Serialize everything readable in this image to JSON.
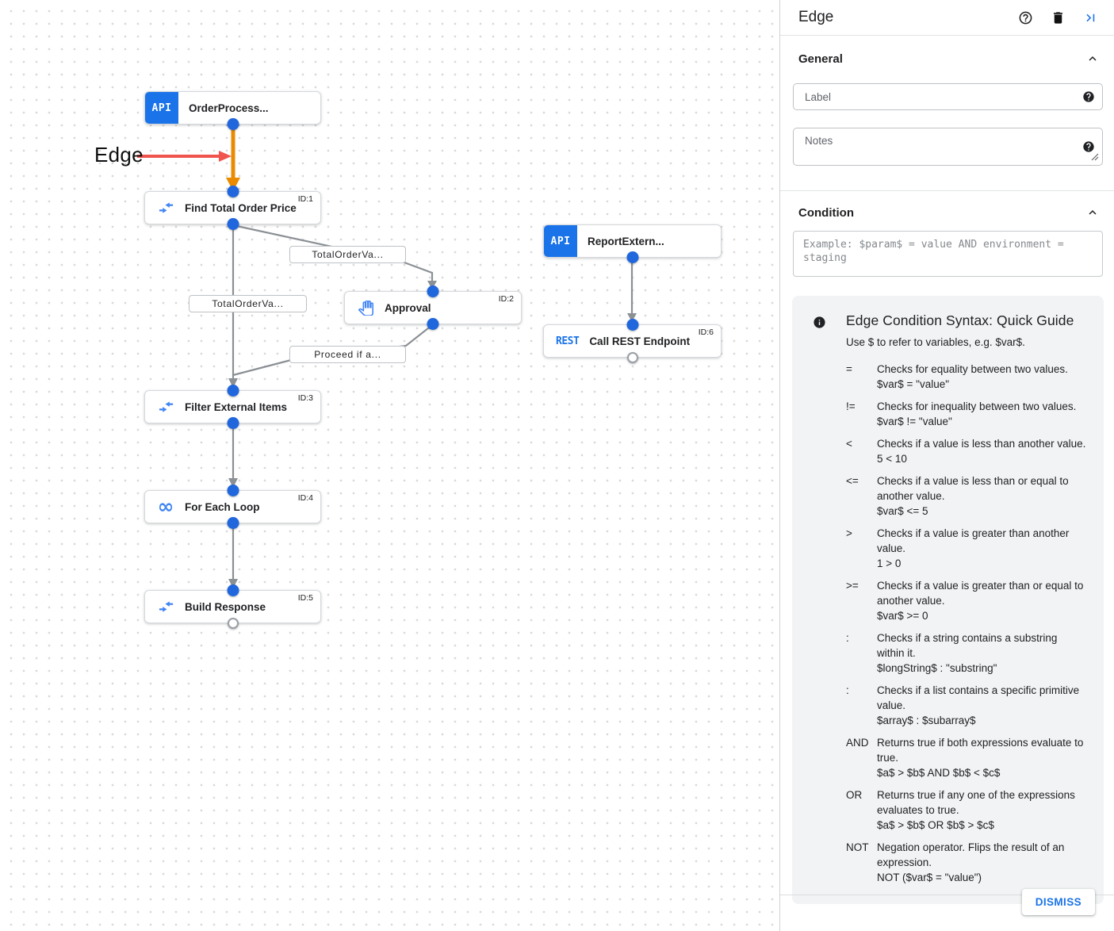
{
  "canvas": {
    "annotation_label": "Edge",
    "api_icon_text": "API",
    "rest_icon_text": "REST",
    "nodes": [
      {
        "title": "OrderProcess...",
        "type_icon": "api-icon",
        "id_badge": ""
      },
      {
        "title": "Find Total Order Price",
        "type_icon": "data-mapping-icon",
        "id_badge": "ID:1"
      },
      {
        "title": "Approval",
        "type_icon": "approval-hand-icon",
        "id_badge": "ID:2"
      },
      {
        "title": "ReportExtern...",
        "type_icon": "api-icon",
        "id_badge": ""
      },
      {
        "title": "Call REST Endpoint",
        "type_icon": "rest-icon",
        "id_badge": "ID:6"
      },
      {
        "title": "Filter External Items",
        "type_icon": "data-mapping-icon",
        "id_badge": "ID:3"
      },
      {
        "title": "For Each Loop",
        "type_icon": "loop-icon",
        "id_badge": "ID:4"
      },
      {
        "title": "Build Response",
        "type_icon": "data-mapping-icon",
        "id_badge": "ID:5"
      }
    ],
    "edge_labels": [
      {
        "text": "TotalOrderVa..."
      },
      {
        "text": "TotalOrderVa..."
      },
      {
        "text": "Proceed if a..."
      }
    ]
  },
  "panel": {
    "title": "Edge",
    "icons": {
      "help": "help-outline-circle-question",
      "delete": "trash-can",
      "collapse": "collapse-panel-right",
      "section_collapse": "chevron-up",
      "field_help": "filled-circle-question",
      "guide_info": "filled-circle-info"
    },
    "sections": {
      "general": {
        "heading": "General",
        "label_placeholder": "Label",
        "notes_placeholder": "Notes"
      },
      "condition": {
        "heading": "Condition",
        "placeholder": "Example: $param$ = value AND environment = staging"
      }
    },
    "guide": {
      "title": "Edge Condition Syntax: Quick Guide",
      "subtitle": "Use $ to refer to variables, e.g. $var$.",
      "items": [
        {
          "op": "=",
          "desc": "Checks for equality between two values.",
          "example": "$var$ = \"value\""
        },
        {
          "op": "!=",
          "desc": "Checks for inequality between two values.",
          "example": "$var$ != \"value\""
        },
        {
          "op": "<",
          "desc": "Checks if a value is less than another value.",
          "example": "5 < 10"
        },
        {
          "op": "<=",
          "desc": "Checks if a value is less than or equal to another value.",
          "example": "$var$ <= 5"
        },
        {
          "op": ">",
          "desc": "Checks if a value is greater than another value.",
          "example": "1 > 0"
        },
        {
          "op": ">=",
          "desc": "Checks if a value is greater than or equal to another value.",
          "example": "$var$ >= 0"
        },
        {
          "op": ":",
          "desc": "Checks if a string contains a substring within it.",
          "example": "$longString$ : \"substring\""
        },
        {
          "op": ":",
          "desc": "Checks if a list contains a specific primitive value.",
          "example": "$array$ : $subarray$"
        },
        {
          "op": "AND",
          "desc": "Returns true if both expressions evaluate to true.",
          "example": "$a$ > $b$ AND $b$ < $c$"
        },
        {
          "op": "OR",
          "desc": "Returns true if any one of the expressions evaluates to true.",
          "example": "$a$ > $b$ OR $b$ > $c$"
        },
        {
          "op": "NOT",
          "desc": "Negation operator. Flips the result of an expression.",
          "example": "NOT ($var$ = \"value\")"
        }
      ]
    },
    "dismiss_label": "DISMISS"
  },
  "colors": {
    "accent_blue": "#1a73e8",
    "selected_edge_orange": "#ea8a00",
    "annotation_red": "#f0544c",
    "edge_gray": "#8b9095",
    "node_icon_blue": "#4285f4"
  }
}
